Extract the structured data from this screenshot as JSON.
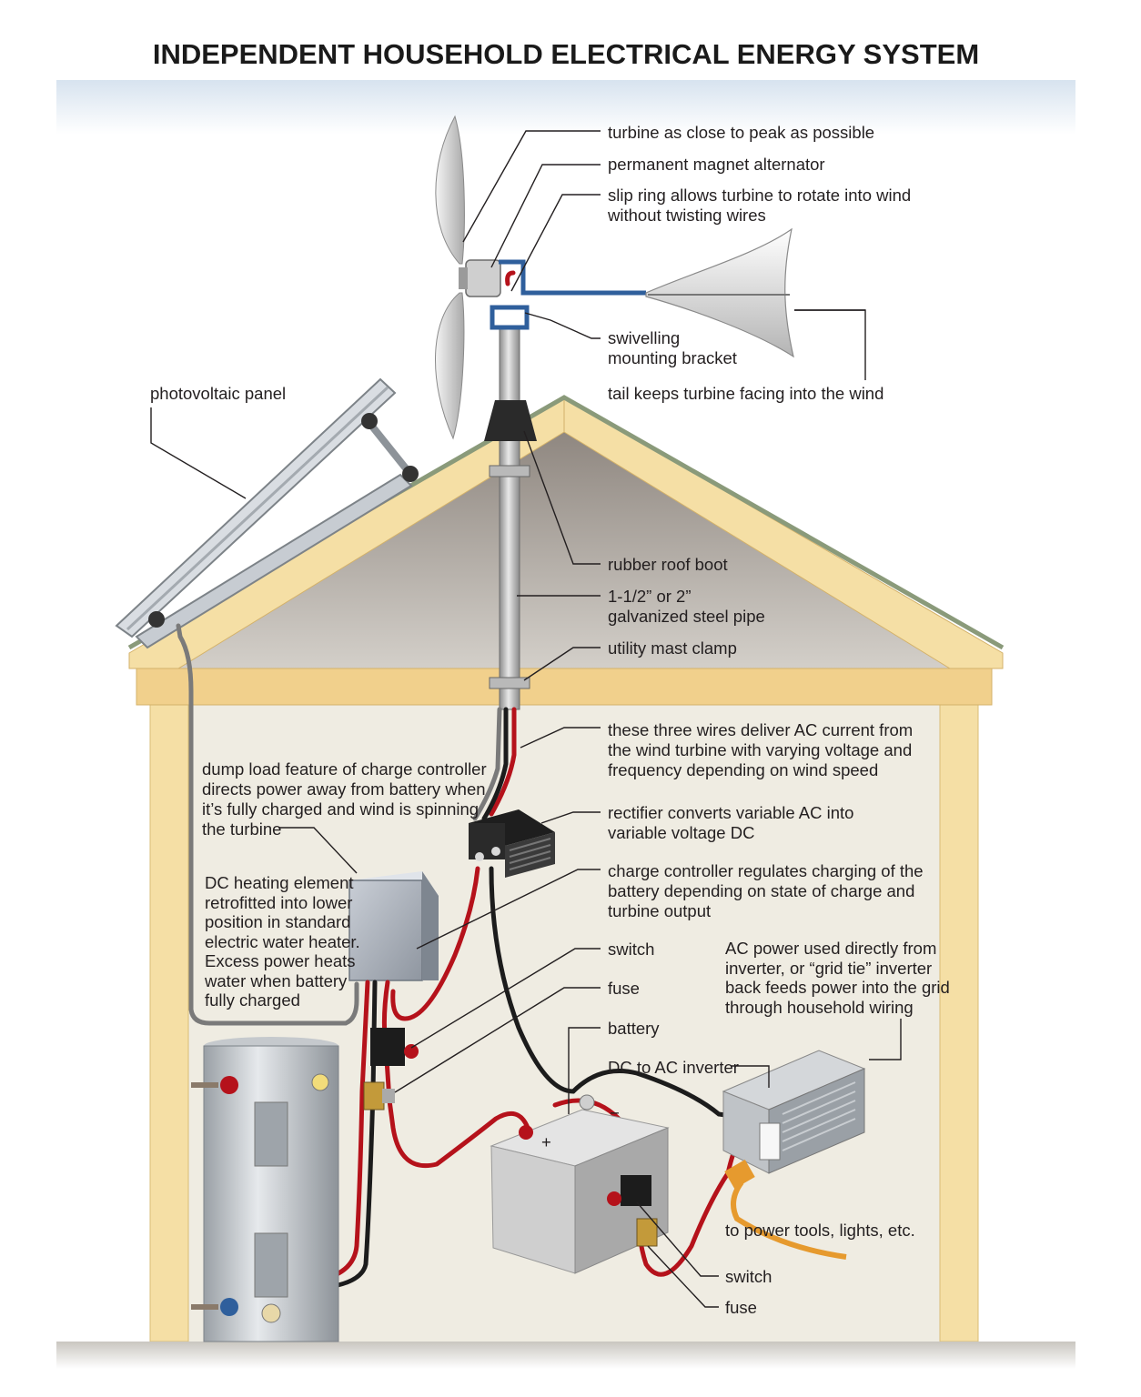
{
  "title": "INDEPENDENT HOUSEHOLD ELECTRICAL ENERGY SYSTEM",
  "colors": {
    "wall_frame": "#f5dfa5",
    "interior": "#efece2",
    "attic": "#b4aca3",
    "roof_edge": "#8a9a7a",
    "sky": "#d7e3ef",
    "red_wire": "#b5121b",
    "bracket_blue": "#2f5f9c"
  },
  "labels": {
    "turbine_peak": "turbine as close to peak as possible",
    "alternator": "permanent magnet alternator",
    "slip_ring_1": "slip ring allows turbine to rotate into wind",
    "slip_ring_2": "without twisting wires",
    "swivel_1": "swivelling",
    "swivel_2": "mounting bracket",
    "tail": "tail keeps turbine facing into the wind",
    "pv_panel": "photovoltaic panel",
    "roof_boot": "rubber roof boot",
    "pipe_1": "1-1/2” or 2”",
    "pipe_2": "galvanized steel pipe",
    "mast_clamp": "utility mast clamp",
    "wires_1": "these three wires deliver AC current from",
    "wires_2": "the wind turbine with varying voltage and",
    "wires_3": "frequency depending on wind speed",
    "dump_1": "dump load feature of charge controller",
    "dump_2": "directs power away from battery when",
    "dump_3": "it’s fully charged and wind is spinning",
    "dump_4": "the turbine",
    "rectifier_1": "rectifier converts variable AC into",
    "rectifier_2": "variable voltage DC",
    "controller_1": "charge controller regulates charging of the",
    "controller_2": "battery depending on state of charge and",
    "controller_3": "turbine output",
    "heater_1": "DC heating element",
    "heater_2": "retrofitted into lower",
    "heater_3": "position in standard",
    "heater_4": "electric water heater.",
    "heater_5": "Excess power heats",
    "heater_6": "water when battery",
    "heater_7": "fully charged",
    "switch_upper": "switch",
    "fuse_upper": "fuse",
    "battery": "battery",
    "ac_power_1": "AC power used directly from",
    "ac_power_2": "inverter, or “grid tie” inverter",
    "ac_power_3": "back feeds power into the grid",
    "ac_power_4": "through household wiring",
    "inverter": "DC to AC inverter",
    "power_tools": "to power tools, lights, etc.",
    "switch_lower": "switch",
    "fuse_lower": "fuse"
  },
  "battery_marks": {
    "plus": "+",
    "minus": "−"
  }
}
